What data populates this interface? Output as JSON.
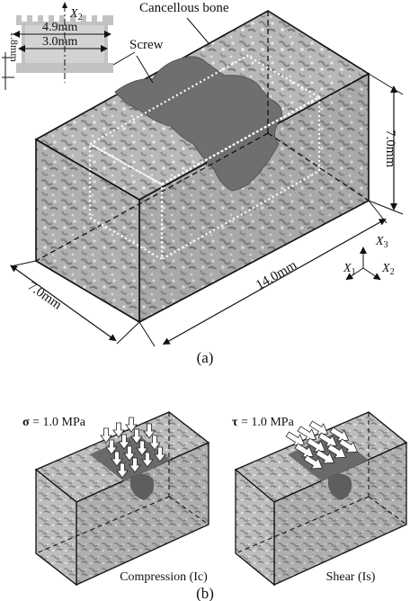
{
  "panel_a": {
    "label_cancellous": "Cancellous bone",
    "label_screw": "Screw",
    "inset": {
      "axis": "X",
      "axis_sub": "2",
      "dim_outer": "4.9mm",
      "dim_inner": "3.0mm",
      "dim_pitch": "1.8mm"
    },
    "dim_height": "7.0mm",
    "dim_length": "14.0mm",
    "dim_width": "7.0mm",
    "axes": {
      "x": "X",
      "sub": [
        "3",
        "1",
        "2"
      ]
    },
    "caption": "(a)"
  },
  "panel_b": {
    "left": {
      "symbol": "σ",
      "load": " = 1.0 MPa",
      "caption": "Compression (Ic)"
    },
    "right": {
      "symbol": "τ",
      "load": " = 1.0 MPa",
      "caption": "Shear (Is)"
    },
    "caption": "(b)"
  },
  "colors": {
    "bone": "#b9b9b9",
    "bone_dark": "#7d7d7d",
    "screw": "#6f6f6f",
    "line": "#111111"
  }
}
